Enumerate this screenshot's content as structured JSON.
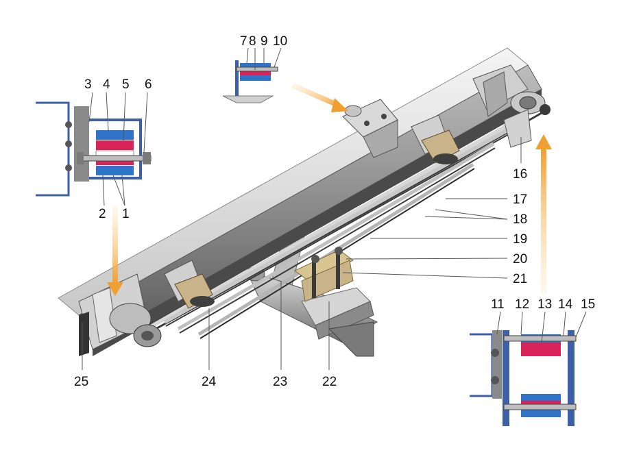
{
  "callouts": [
    {
      "id": "1",
      "label": "1"
    },
    {
      "id": "2",
      "label": "2"
    },
    {
      "id": "3",
      "label": "3"
    },
    {
      "id": "4",
      "label": "4"
    },
    {
      "id": "5",
      "label": "5"
    },
    {
      "id": "6",
      "label": "6"
    },
    {
      "id": "7",
      "label": "7"
    },
    {
      "id": "8",
      "label": "8"
    },
    {
      "id": "9",
      "label": "9"
    },
    {
      "id": "10",
      "label": "10"
    },
    {
      "id": "11",
      "label": "11"
    },
    {
      "id": "12",
      "label": "12"
    },
    {
      "id": "13",
      "label": "13"
    },
    {
      "id": "14",
      "label": "14"
    },
    {
      "id": "15",
      "label": "15"
    },
    {
      "id": "16",
      "label": "16"
    },
    {
      "id": "17",
      "label": "17"
    },
    {
      "id": "18",
      "label": "18"
    },
    {
      "id": "19",
      "label": "19"
    },
    {
      "id": "20",
      "label": "20"
    },
    {
      "id": "21",
      "label": "21"
    },
    {
      "id": "22",
      "label": "22"
    },
    {
      "id": "23",
      "label": "23"
    },
    {
      "id": "24",
      "label": "24"
    },
    {
      "id": "25",
      "label": "25"
    }
  ],
  "colors": {
    "bracket_blue": "#3d5fa8",
    "bushing_red": "#d8245a",
    "bushing_blue": "#2f74c9",
    "arrow_orange": "#f0a030",
    "frame_gray": "#9a9a9a",
    "spring_dark": "#3a3a3a",
    "pad_tan": "#c9b48a"
  }
}
